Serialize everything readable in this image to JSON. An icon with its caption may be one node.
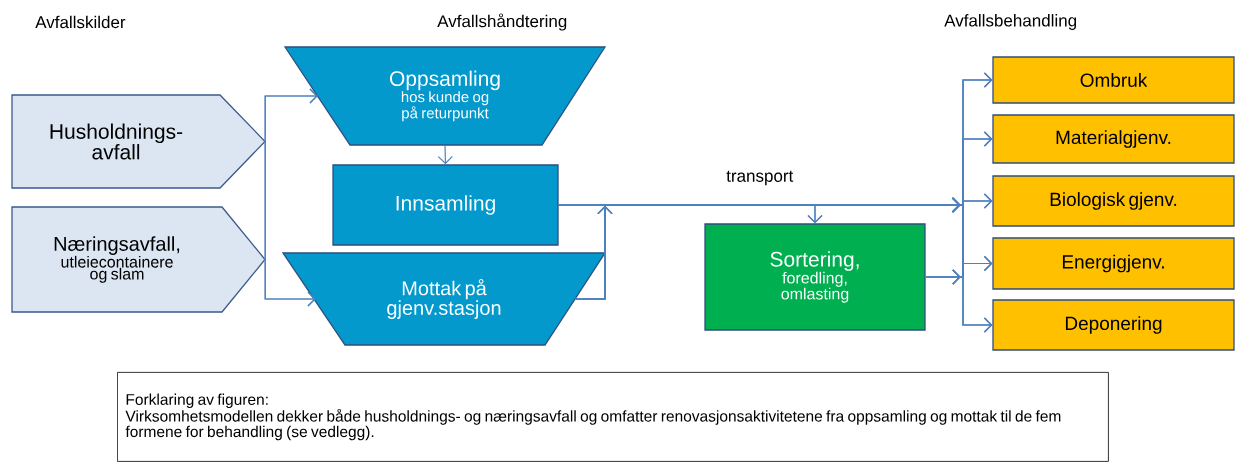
{
  "diagram": {
    "nodes": [
      {
        "text": [
          "Husholdnings- avfall"
        ]
      },
      {
        "text": [
          "Næringsavfall,",
          "utleiecontainere og slam"
        ]
      },
      {
        "text": [
          "Oppsamling",
          "hos kunde og på returpunkt"
        ]
      },
      {
        "text": [
          "Innsamling"
        ]
      },
      {
        "text": [
          "Mottak på gjenv.stasjon"
        ]
      },
      {
        "text": [
          "Sortering,",
          "foredling, omlasting"
        ]
      },
      {
        "text": [
          "Ombruk"
        ]
      },
      {
        "text": [
          "Materialgjenv."
        ]
      },
      {
        "text": [
          "Biologisk gjenv."
        ]
      },
      {
        "text": [
          "Energigjenv."
        ]
      },
      {
        "text": [
          "Deponering"
        ]
      },
      {
        "text": [
          "Forklaring av figuren:",
          "Virksomhetsmodellen dekker både husholdnings- og næringsavfall og omfatter renovasjonsaktivitetene fra oppsamling og mottak til de fem formene for behandling (se vedlegg)."
        ]
      }
    ],
    "edges": [
      {
        "from": 0,
        "to": 2,
        "arrow": "to"
      },
      {
        "from": 0,
        "to": 4,
        "arrow": "to"
      },
      {
        "from": 1,
        "to": 2,
        "arrow": "to"
      },
      {
        "from": 1,
        "to": 4,
        "arrow": "to"
      },
      {
        "from": 2,
        "to": 3,
        "arrow": "to"
      },
      {
        "from": 3,
        "to": 5,
        "arrow": "to"
      },
      {
        "from": 4,
        "to": 5,
        "arrow": "to"
      },
      {
        "from": 3,
        "to": 6,
        "arrow": "to"
      },
      {
        "from": 3,
        "to": 7,
        "arrow": "to"
      },
      {
        "from": 3,
        "to": 8,
        "arrow": "to"
      },
      {
        "from": 3,
        "to": 9,
        "arrow": "to"
      },
      {
        "from": 3,
        "to": 10,
        "arrow": "to"
      },
      {
        "from": 4,
        "to": 6,
        "arrow": "to"
      },
      {
        "from": 4,
        "to": 7,
        "arrow": "to"
      },
      {
        "from": 4,
        "to": 8,
        "arrow": "to"
      },
      {
        "from": 4,
        "to": 9,
        "arrow": "to"
      },
      {
        "from": 4,
        "to": 10,
        "arrow": "to"
      },
      {
        "from": 5,
        "to": 6,
        "arrow": "to"
      },
      {
        "from": 5,
        "to": 7,
        "arrow": "to"
      },
      {
        "from": 5,
        "to": 8,
        "arrow": "to"
      },
      {
        "from": 5,
        "to": 9,
        "arrow": "to"
      },
      {
        "from": 5,
        "to": 10,
        "arrow": "to"
      }
    ],
    "labels": [
      "Avfallskilder",
      "Avfallshåndtering",
      "Avfallsbehandling",
      "transport"
    ]
  }
}
